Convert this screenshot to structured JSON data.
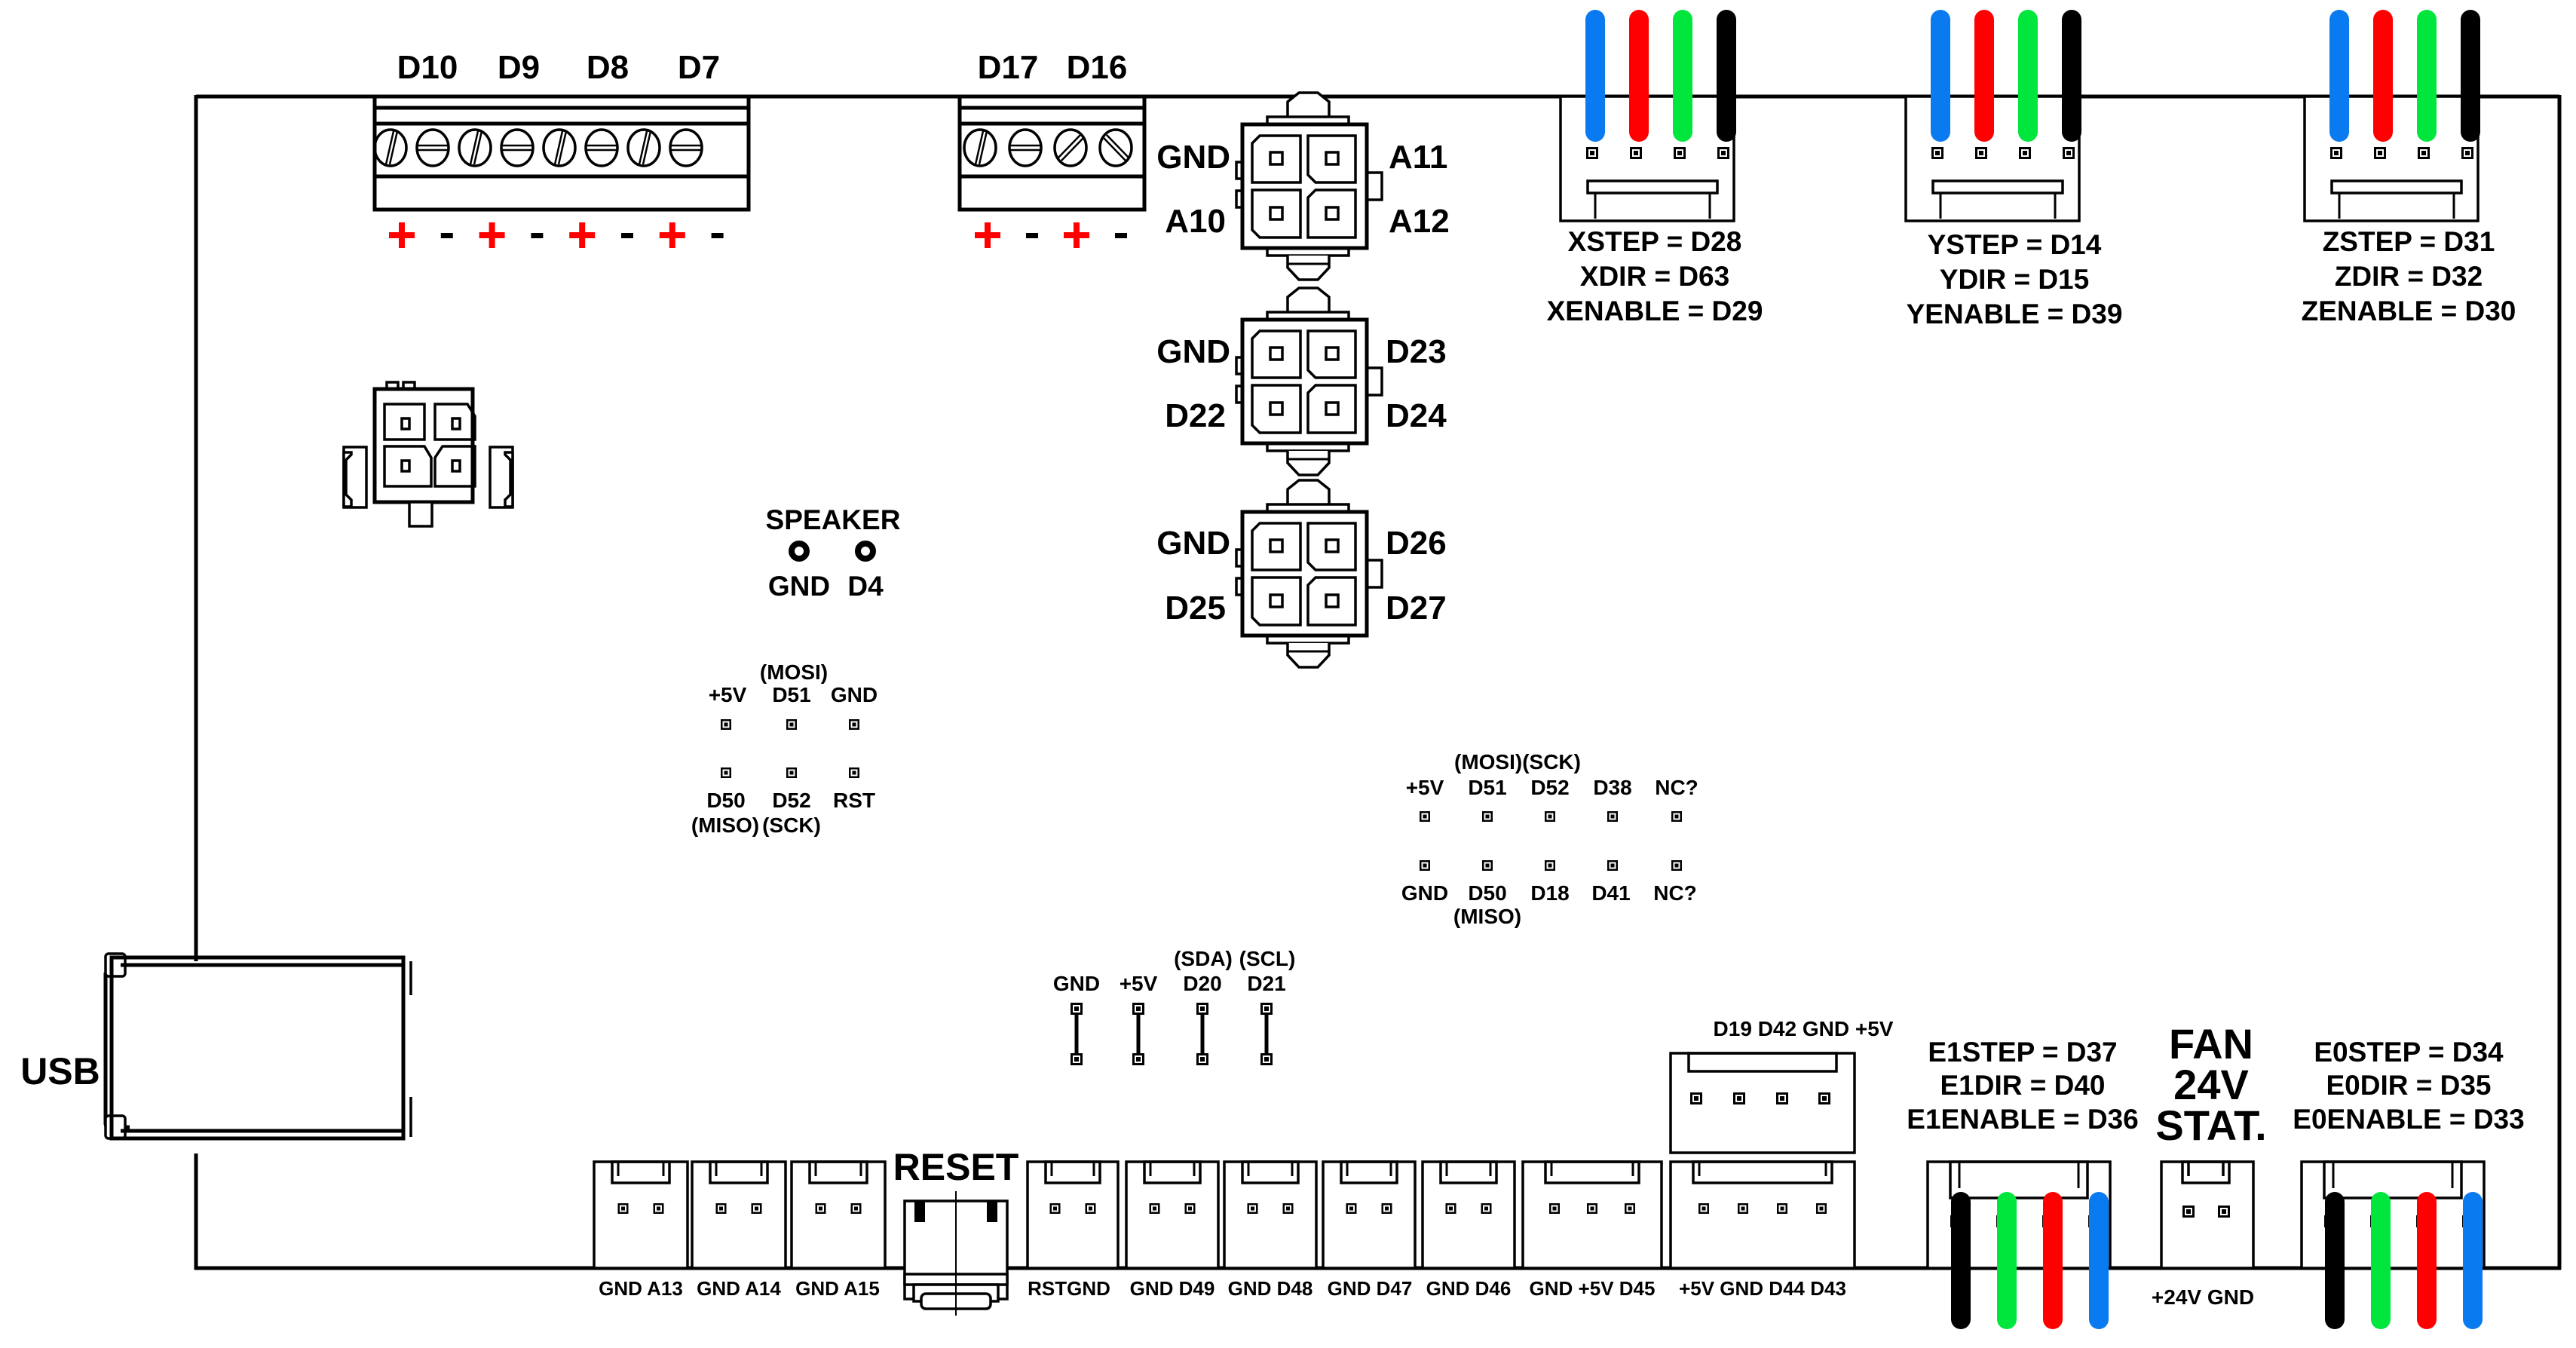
{
  "colors": {
    "wire_blue": "#0a7af0",
    "wire_red": "#ff0000",
    "wire_green": "#00e63c",
    "wire_black": "#000000",
    "polarity_plus": "#ff0000",
    "polarity_minus": "#000000"
  },
  "screw_terminal_left": {
    "labels": [
      "D10",
      "D9",
      "D8",
      "D7"
    ],
    "polarity": [
      "+",
      "-",
      "+",
      "-",
      "+",
      "-",
      "+",
      "-"
    ]
  },
  "screw_terminal_right": {
    "labels": [
      "D17",
      "D16"
    ],
    "polarity": [
      "+",
      "-",
      "+",
      "-"
    ]
  },
  "molex_blocks": [
    {
      "left_top": "GND",
      "left_bottom": "A10",
      "right_top": "A11",
      "right_bottom": "A12"
    },
    {
      "left_top": "GND",
      "left_bottom": "D22",
      "right_top": "D23",
      "right_bottom": "D24"
    },
    {
      "left_top": "GND",
      "left_bottom": "D25",
      "right_top": "D26",
      "right_bottom": "D27"
    }
  ],
  "stepper_top": [
    {
      "name": "X",
      "lines": [
        "XSTEP = D28",
        "XDIR = D63",
        "XENABLE = D29"
      ],
      "wires": [
        "blue",
        "red",
        "green",
        "black"
      ]
    },
    {
      "name": "Y",
      "lines": [
        "YSTEP = D14",
        "YDIR = D15",
        "YENABLE = D39"
      ],
      "wires": [
        "blue",
        "red",
        "green",
        "black"
      ]
    },
    {
      "name": "Z",
      "lines": [
        "ZSTEP = D31",
        "ZDIR = D32",
        "ZENABLE = D30"
      ],
      "wires": [
        "blue",
        "red",
        "green",
        "black"
      ]
    }
  ],
  "stepper_bottom": [
    {
      "name": "E1",
      "lines": [
        "E1STEP = D37",
        "E1DIR = D40",
        "E1ENABLE = D36"
      ],
      "wires": [
        "black",
        "green",
        "red",
        "blue"
      ]
    },
    {
      "name": "E0",
      "lines": [
        "E0STEP = D34",
        "E0DIR = D35",
        "E0ENABLE = D33"
      ],
      "wires": [
        "black",
        "green",
        "red",
        "blue"
      ]
    }
  ],
  "fan": {
    "title_lines": [
      "FAN",
      "24V",
      "STAT."
    ],
    "pins_label": "+24V GND"
  },
  "speaker": {
    "title": "SPEAKER",
    "pins": [
      "GND",
      "D4"
    ]
  },
  "isp_left": {
    "top_note": "(MOSI)",
    "top_pins": [
      "+5V",
      "D51",
      "GND"
    ],
    "bottom_pins": [
      "D50",
      "D52",
      "RST"
    ],
    "bottom_notes": [
      "(MISO)",
      "(SCK)"
    ]
  },
  "isp_right": {
    "top_notes": "(MOSI)(SCK)",
    "top_pins": [
      "+5V",
      "D51",
      "D52",
      "D38",
      "NC?"
    ],
    "bottom_pins": [
      "GND",
      "D50",
      "D18",
      "D41",
      "NC?"
    ],
    "bottom_note": "(MISO)"
  },
  "i2c": {
    "notes": [
      "(SDA)",
      "(SCL)"
    ],
    "pins": [
      "GND",
      "+5V",
      "D20",
      "D21"
    ]
  },
  "header_d19": {
    "label": "D19 D42 GND +5V"
  },
  "usb": {
    "label": "USB"
  },
  "reset": {
    "label": "RESET"
  },
  "bottom_connectors": {
    "labels": [
      "GND A13",
      "GND A14",
      "GND A15",
      "RSTGND",
      "GND D49",
      "GND D48",
      "GND D47",
      "GND D46",
      "GND +5V D45",
      "+5V GND D44 D43"
    ]
  }
}
